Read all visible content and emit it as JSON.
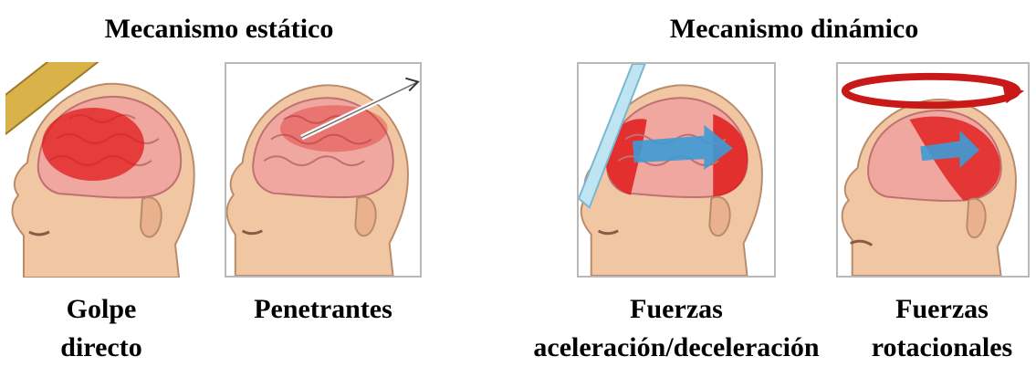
{
  "sections": {
    "static": {
      "title": "Mecanismo estático"
    },
    "dynamic": {
      "title": "Mecanismo dinámico"
    }
  },
  "panels": [
    {
      "caption_line1": "Golpe",
      "caption_line2": "directo"
    },
    {
      "caption_line1": "Penetrantes",
      "caption_line2": ""
    },
    {
      "caption_line1": "Fuerzas",
      "caption_line2": "aceleración/deceleración"
    },
    {
      "caption_line1": "Fuerzas",
      "caption_line2": "rotacionales"
    }
  ],
  "colors": {
    "skin": "#f1c6a3",
    "brain": "#efa7a0",
    "injury_red": "#e01a1a",
    "force_blue": "#3d9bd6",
    "rotation_arrow": "#c81818",
    "object_wood": "#d9b24a",
    "frame": "#b8b8b8"
  }
}
